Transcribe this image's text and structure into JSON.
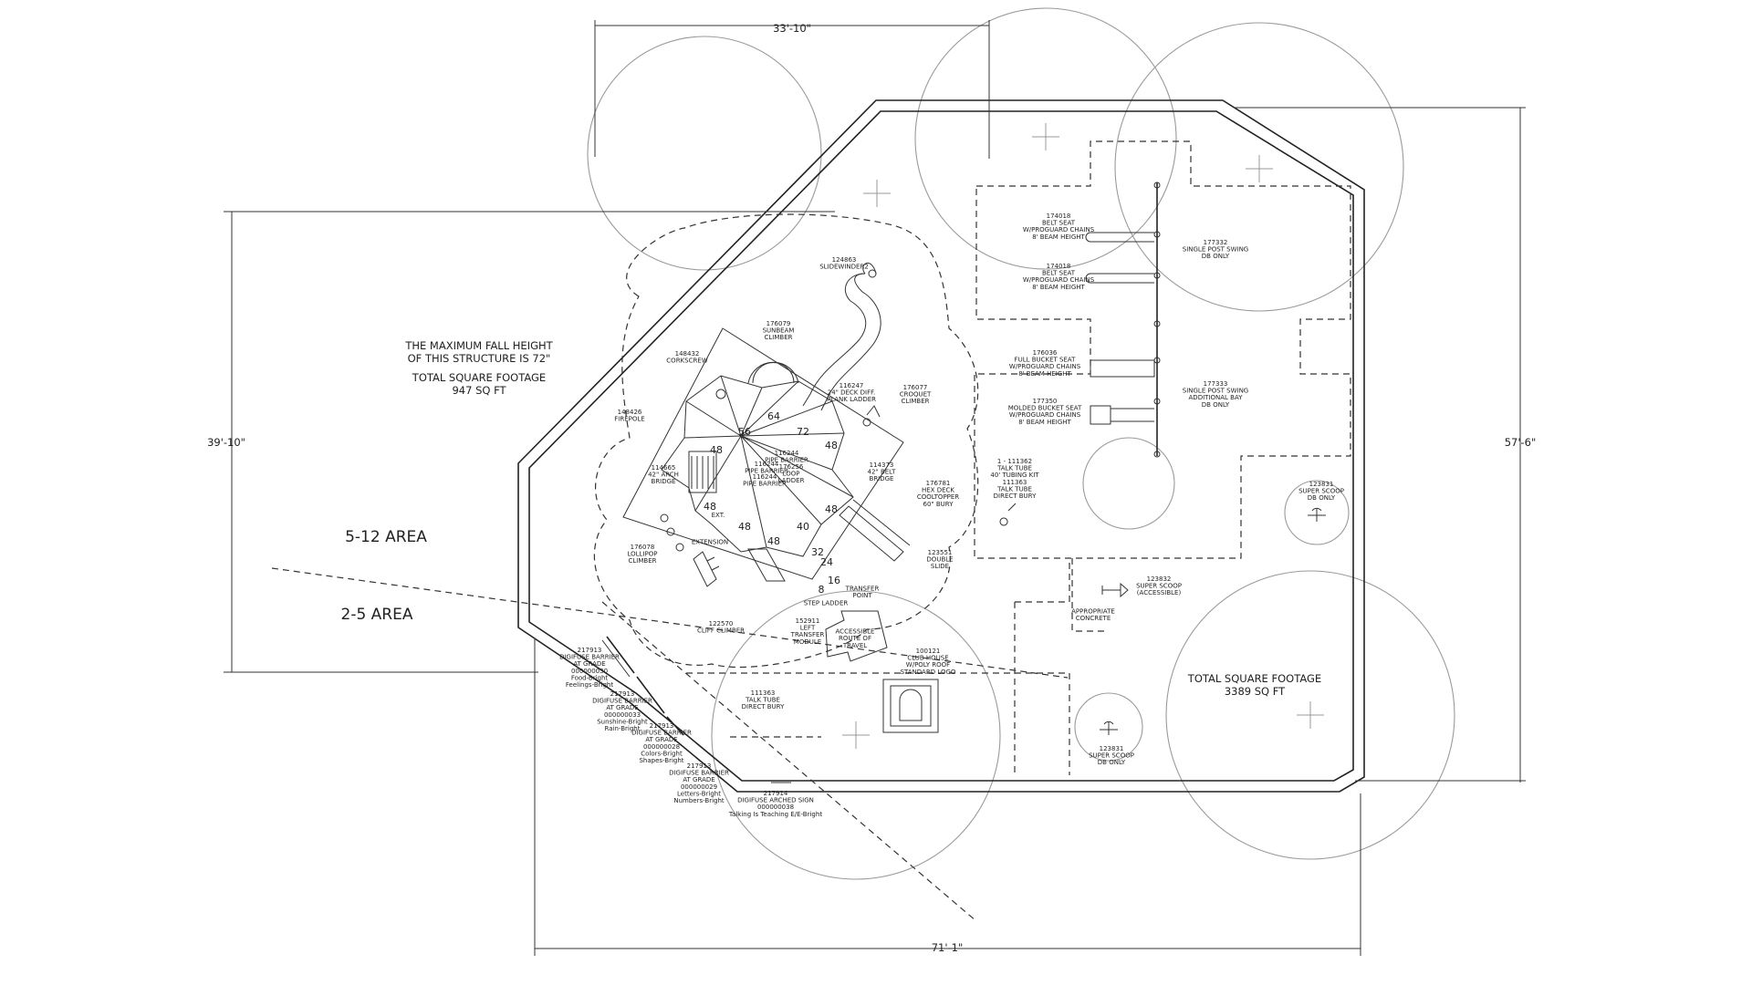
{
  "dimensions": {
    "top": "33'-10\"",
    "left": "39'-10\"",
    "right": "57'-6\"",
    "bottom": "71'-1\""
  },
  "notes": {
    "fall_height": [
      "THE MAXIMUM FALL HEIGHT",
      "OF THIS STRUCTURE IS 72\""
    ],
    "sqft_structure": [
      "TOTAL SQUARE FOOTAGE",
      "947 SQ FT"
    ],
    "sqft_total": [
      "TOTAL SQUARE FOOTAGE",
      "3389 SQ FT"
    ]
  },
  "areas": {
    "upper": "5-12 AREA",
    "lower": "2-5 AREA"
  },
  "deck_heights": [
    "56",
    "64",
    "72",
    "48",
    "48",
    "48",
    "48",
    "40",
    "48",
    "32",
    "24",
    "16",
    "8"
  ],
  "deck_sub": "EXT.",
  "components": [
    [
      "124863",
      "SLIDEWINDER2"
    ],
    [
      "176079",
      "SUNBEAM",
      "CLIMBER"
    ],
    [
      "148432",
      "CORKSCREW"
    ],
    [
      "116247",
      "24\" DECK DIFF.",
      "PLANK LADDER"
    ],
    [
      "176077",
      "CROQUET",
      "CLIMBER"
    ],
    [
      "148426",
      "FIREPOLE"
    ],
    [
      "116244",
      "PIPE BARRIER"
    ],
    [
      "116244",
      "PIPE BARRIER"
    ],
    [
      "176256",
      "LOOP",
      "LADDER"
    ],
    [
      "116244",
      "PIPE BARRIER"
    ],
    [
      "114665",
      "42\" ARCH",
      "BRIDGE"
    ],
    [
      "114373",
      "42\" BELT",
      "BRIDGE"
    ],
    [
      "176781",
      "HEX DECK",
      "COOLTOPPER",
      "60\" BURY"
    ],
    [
      "",
      "EXTENSION"
    ],
    [
      "176078",
      "LOLLIPOP",
      "CLIMBER"
    ],
    [
      "123551",
      "DOUBLE",
      "SLIDE"
    ],
    [
      "",
      "TRANSFER",
      "POINT"
    ],
    [
      "",
      "STEP LADDER"
    ],
    [
      "122570",
      "CLIFF CLIMBER"
    ],
    [
      "152911",
      "LEFT",
      "TRANSFER",
      "MODULE"
    ],
    [
      "",
      "ACCESSIBLE",
      "ROUTE OF",
      "TRAVEL"
    ],
    [
      "100121",
      "CLUB HOUSE",
      "W/POLY ROOF",
      "STANDARD LOGO"
    ],
    [
      "111363",
      "TALK TUBE",
      "DIRECT BURY"
    ],
    [
      "174018",
      "BELT SEAT",
      "W/PROGUARD CHAINS",
      "8' BEAM HEIGHT"
    ],
    [
      "174018",
      "BELT SEAT",
      "W/PROGUARD CHAINS",
      "8' BEAM HEIGHT"
    ],
    [
      "177332",
      "SINGLE POST SWING",
      "DB ONLY"
    ],
    [
      "176036",
      "FULL BUCKET SEAT",
      "W/PROGUARD CHAINS",
      "8' BEAM HEIGHT"
    ],
    [
      "177350",
      "MOLDED BUCKET SEAT",
      "W/PROGUARD CHAINS",
      "8' BEAM HEIGHT"
    ],
    [
      "177333",
      "SINGLE POST SWING",
      "ADDITIONAL BAY",
      "DB ONLY"
    ],
    [
      "1 - 111362",
      "TALK TUBE",
      "40' TUBING KIT",
      "111363",
      "TALK TUBE",
      "DIRECT BURY"
    ],
    [
      "123831",
      "SUPER SCOOP",
      "DB ONLY"
    ],
    [
      "123832",
      "SUPER SCOOP",
      "(ACCESSIBLE)"
    ],
    [
      "",
      "APPROPRIATE",
      "CONCRETE"
    ],
    [
      "123831",
      "SUPER SCOOP",
      "DB ONLY"
    ],
    [
      "217913",
      "DIGIFUSE BARRIER",
      "AT GRADE",
      "000000030",
      "Food-Bright",
      "Feelings-Bright"
    ],
    [
      "217913",
      "DIGIFUSE BARRIER",
      "AT GRADE",
      "000000033",
      "Sunshine-Bright",
      "Rain-Bright"
    ],
    [
      "217913",
      "DIGIFUSE BARRIER",
      "AT GRADE",
      "000000028",
      "Colors-Bright",
      "Shapes-Bright"
    ],
    [
      "217913",
      "DIGIFUSE BARRIER",
      "AT GRADE",
      "000000029",
      "Letters-Bright",
      "Numbers-Bright"
    ],
    [
      "217914",
      "DIGIFUSE ARCHED SIGN",
      "000000038",
      "Talking Is Teaching E/E-Bright"
    ]
  ]
}
